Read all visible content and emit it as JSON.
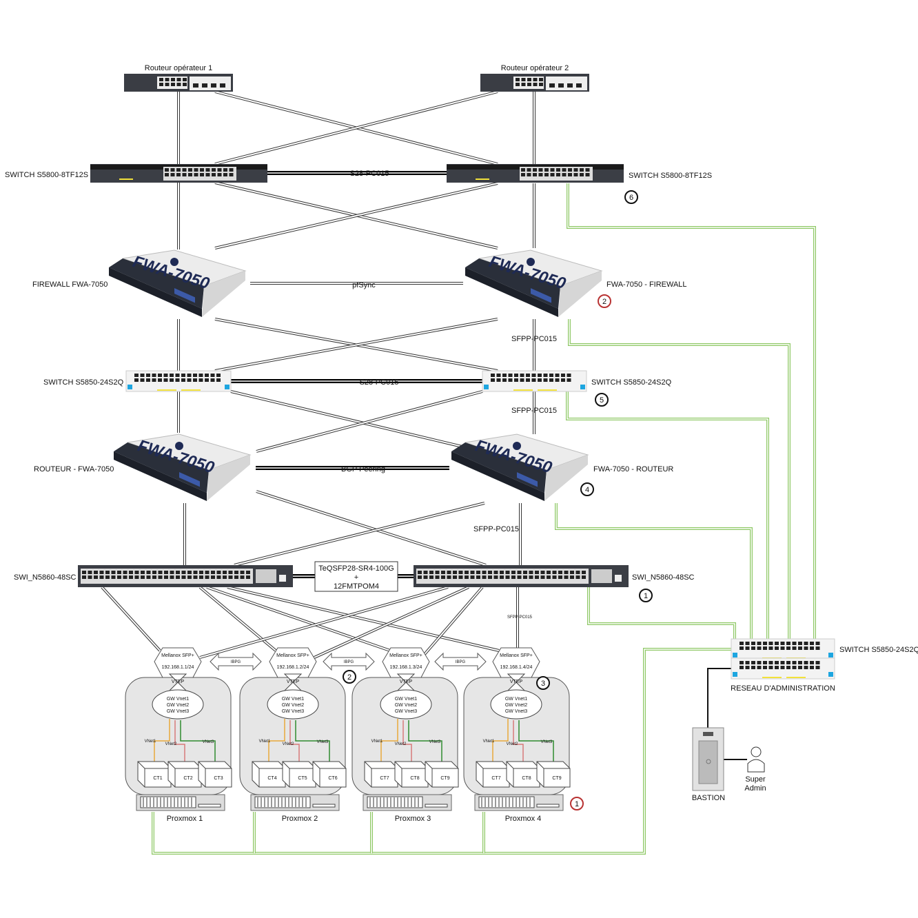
{
  "routers": [
    {
      "label": "Routeur opérateur 1"
    },
    {
      "label": "Routeur opérateur 2"
    }
  ],
  "switches_s5800": [
    {
      "label": "SWITCH S5800-8TF12S"
    },
    {
      "label": "SWITCH S5800-8TF12S"
    }
  ],
  "firewalls": [
    {
      "label": "FIREWALL FWA-7050",
      "model": "FWA-7050"
    },
    {
      "label": "FWA-7050 - FIREWALL",
      "model": "FWA-7050"
    }
  ],
  "switches_s5850": [
    {
      "label": "SWITCH S5850-24S2Q"
    },
    {
      "label": "SWITCH S5850-24S2Q"
    }
  ],
  "fw_routers": [
    {
      "label": "ROUTEUR - FWA-7050",
      "model": "FWA-7050"
    },
    {
      "label": "FWA-7050 - ROUTEUR",
      "model": "FWA-7050"
    }
  ],
  "switches_n5860": [
    {
      "label": "SWI_N5860-48SC"
    },
    {
      "label": "SWI_N5860-48SC"
    }
  ],
  "links": {
    "s5800_interlink": "S28-PC015",
    "fw_sync": "pfSync",
    "sfpp1": "SFPP-PC015",
    "s5850_interlink": "S28-PC015",
    "sfpp2": "SFPP-PC015",
    "bgp": "BGP Peering",
    "sfpp3": "SFPP-PC015",
    "sfpp4": "SFPP-PC015",
    "n5860_box": [
      "TeQSFP28-SR4-100G",
      "+",
      "12FMTPOM4"
    ]
  },
  "markers": {
    "s5800": "6",
    "firewall": "2",
    "s5850": "5",
    "router": "4",
    "n5860": "1",
    "proxmox2": "2",
    "proxmox4_vtep": "3",
    "proxmox4_server": "1"
  },
  "proxmox": [
    {
      "nic": "Mellanox SFP+",
      "ip": "192.168.1.1/24",
      "vtep": "VTEP",
      "gw": [
        "GW Vnet1",
        "GW Vnet2",
        "GW Vnet3"
      ],
      "vnets": [
        "VNet1",
        "VNet2",
        "VNet3"
      ],
      "cts": [
        "CT1",
        "CT2",
        "CT3"
      ],
      "label": "Proxmox 1"
    },
    {
      "nic": "Mellanox SFP+",
      "ip": "192.168.1.2/24",
      "vtep": "VTEP",
      "gw": [
        "GW Vnet1",
        "GW Vnet2",
        "GW Vnet3"
      ],
      "vnets": [
        "VNet1",
        "VNet2",
        "VNet3"
      ],
      "cts": [
        "CT4",
        "CT5",
        "CT6"
      ],
      "label": "Proxmox 2"
    },
    {
      "nic": "Mellanox SFP+",
      "ip": "192.168.1.3/24",
      "vtep": "VTEP",
      "gw": [
        "GW Vnet1",
        "GW Vnet2",
        "GW Vnet3"
      ],
      "vnets": [
        "VNet1",
        "VNet2",
        "VNet3"
      ],
      "cts": [
        "CT7",
        "CT8",
        "CT9"
      ],
      "label": "Proxmox 3"
    },
    {
      "nic": "Mellanox SFP+",
      "ip": "192.168.1.4/24",
      "vtep": "VTEP",
      "gw": [
        "GW Vnet1",
        "GW Vnet2",
        "GW Vnet3"
      ],
      "vnets": [
        "VNet1",
        "VNet2",
        "VNet3"
      ],
      "cts": [
        "CT7",
        "CT8",
        "CT9"
      ],
      "label": "Proxmox 4"
    }
  ],
  "ibpg": [
    "IBPG",
    "IBPG",
    "IBPG"
  ],
  "admin": {
    "switch_label": "SWITCH S5850-24S2Q",
    "network_label": "RESEAU D'ADMINISTRATION",
    "bastion": "BASTION",
    "user": [
      "Super",
      "Admin"
    ]
  },
  "colors": {
    "admin_link": "#8fc866",
    "vnet1": "#e8a93a",
    "vnet2": "#d77a7a",
    "vnet3": "#2e8b2e",
    "marker_red": "#b83232",
    "device_dark": "#2a2f3a",
    "fwa_text": "#1e2a55"
  }
}
